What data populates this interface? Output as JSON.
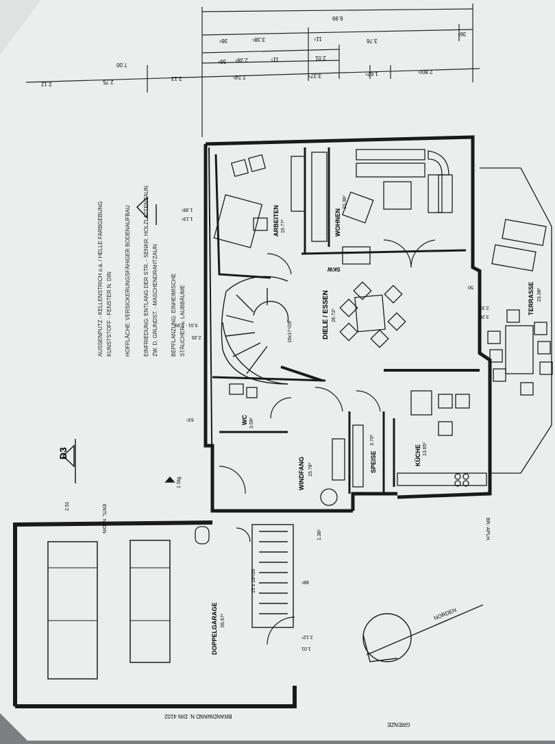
{
  "notes": {
    "exterior": "AUSSENPUTZ - KELLENSTRICH o.ä. / HELLE FARBGEBUNG",
    "windows": "KUNSTSTOFF - FENSTER N. DIN",
    "yard": "HOFFLÄCHE: VERSICKERUNGSFÄHIGER BODENAUFBAU",
    "fence1": "EINFRIEDUNG: ENTLANG DER STR. - SENKR. HOLZLATTENZAUN",
    "fence2": "ZW. D. GRUNDST. - MASCHENDRAHTZAUN",
    "plant1": "BEPFLANZUNG: EINHEIMISCHE",
    "plant2": "STÄUCHER u. LAUBBÄUME"
  },
  "section_mark": "D3",
  "rooms": {
    "arbeiten": {
      "name": "ARBEITEN",
      "area": "15.77²"
    },
    "wohnen": {
      "name": "WOHNEN",
      "area": "23.36²"
    },
    "diele": {
      "name": "DIELE / ESSEN",
      "area": "26.72²"
    },
    "wc": {
      "name": "WC",
      "area": "3.59²"
    },
    "windfang": {
      "name": "WINDFANG",
      "area": "15.76²"
    },
    "speise": {
      "name": "SPEISE",
      "area": "3.70²"
    },
    "kueche": {
      "name": "KÜCHE",
      "area": "13.65²"
    },
    "terrasse": {
      "name": "TERRASSE",
      "area": "23.38²"
    },
    "garage": {
      "name": "DOPPELGARAGE",
      "area": "55.97²"
    }
  },
  "labels": {
    "skw": "SKW",
    "stairs_main": "15x17⁴/29",
    "stairs_cellar": "15 x 18³/26",
    "north": "NORDEN",
    "boundary": "GRENZE",
    "firewall": "BRANDWAND N. DIN 4102",
    "window_din": "ENTL. N. DIN",
    "br_aplh": "BR.-APLH.",
    "step": "1 Stg."
  },
  "dims_top": {
    "row1": [
      "6.99"
    ],
    "row2": [
      "3.76",
      "36⁵"
    ],
    "row3": [
      "3.38⁵",
      "36⁵",
      "11⁵",
      "2.01"
    ],
    "row4": [
      "7.00",
      "36⁵",
      "2.38⁵",
      "11⁵"
    ],
    "row5": [
      "2.12",
      "2.75",
      "2.13",
      "2.24⁵",
      "3.37⁵",
      "1.62⁵",
      "2.80²⁵"
    ]
  },
  "dims_misc": {
    "d1": "1.13⁵",
    "d2": "1.38⁵",
    "d3": "2.26",
    "d4": "2.33",
    "d5": "5.01 - 5.69",
    "d6": "3.26",
    "d7": "63⁵",
    "d8": "2.51",
    "d9": "1.01",
    "d10": "2.12⁵",
    "d11": "88⁵",
    "d12": "50",
    "d13": "1.38⁵"
  }
}
